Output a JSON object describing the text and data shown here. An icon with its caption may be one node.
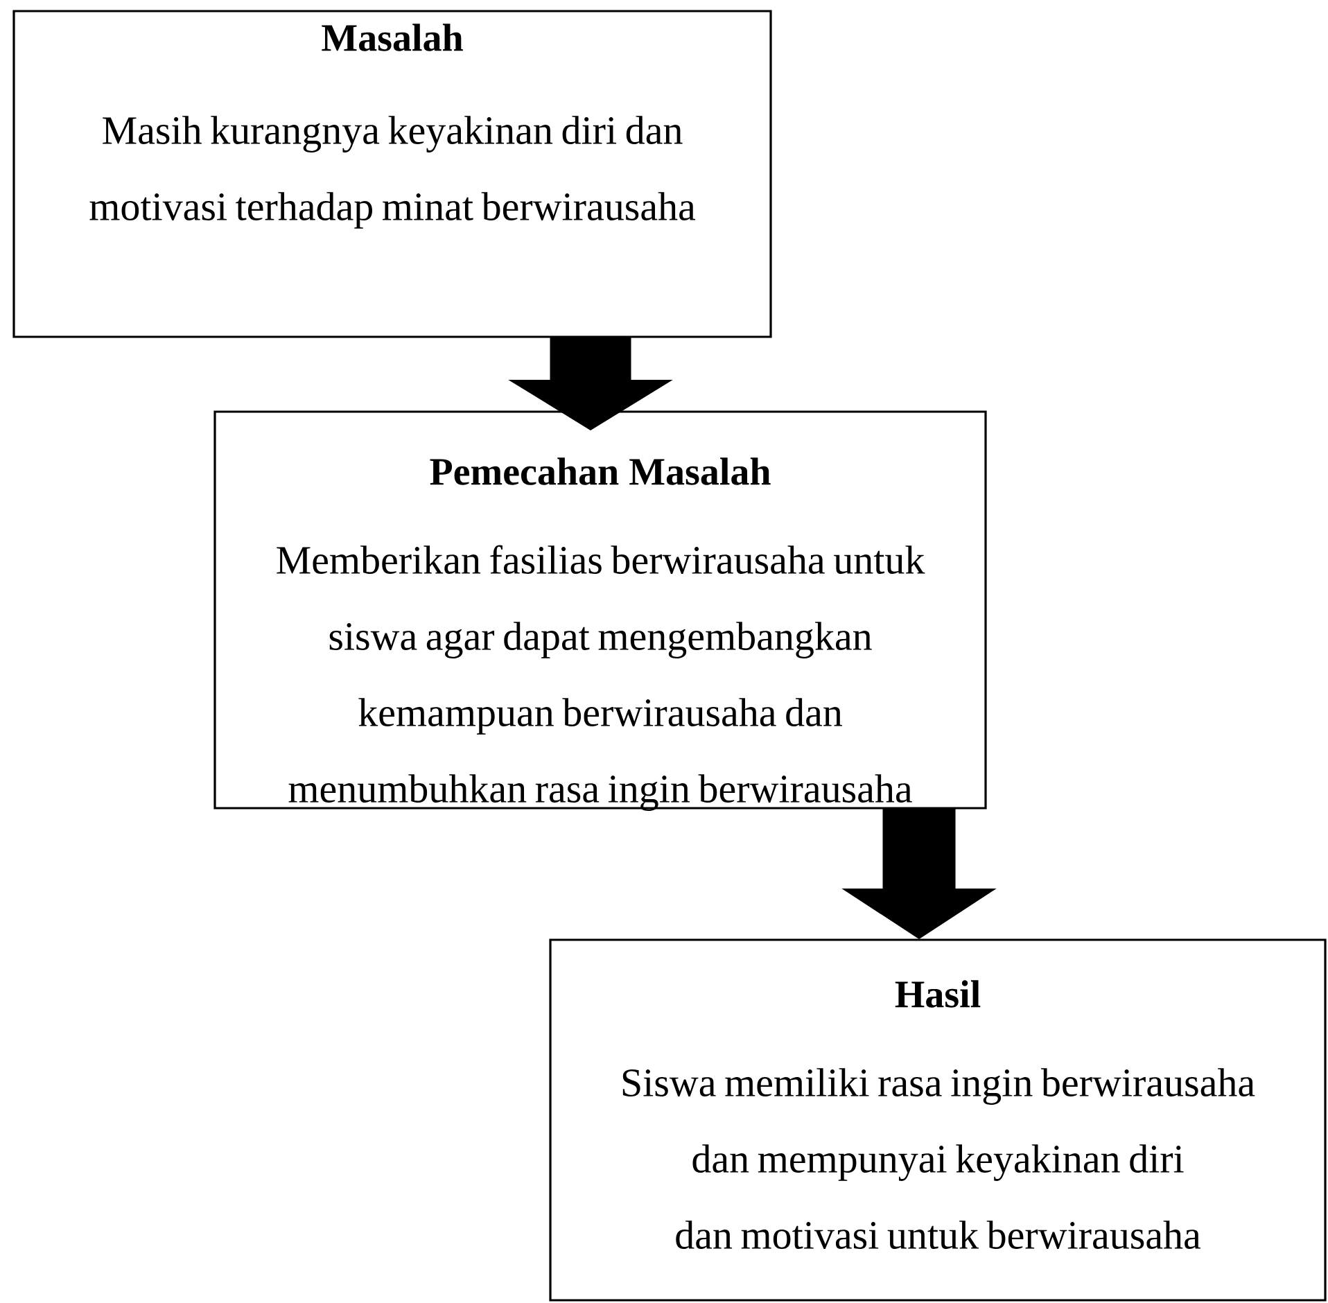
{
  "diagram": {
    "nodes": [
      {
        "text": [
          "Masalah",
          "Masih kurangnya keyakinan diri dan motivasi terhadap minat berwirausaha"
        ]
      },
      {
        "text": [
          "Pemecahan Masalah",
          "Memberikan fasilias berwirausaha untuk siswa agar dapat mengembangkan kemampuan berwirausaha dan menumbuhkan rasa ingin berwirausaha"
        ]
      },
      {
        "text": [
          "Hasil",
          "Siswa memiliki rasa ingin berwirausaha dan mempunyai keyakinan diri dan motivasi untuk berwirausaha"
        ]
      }
    ],
    "edges": [
      {
        "from": 0,
        "to": 1,
        "arrow": "to"
      },
      {
        "from": 1,
        "to": 2,
        "arrow": "to"
      }
    ]
  }
}
